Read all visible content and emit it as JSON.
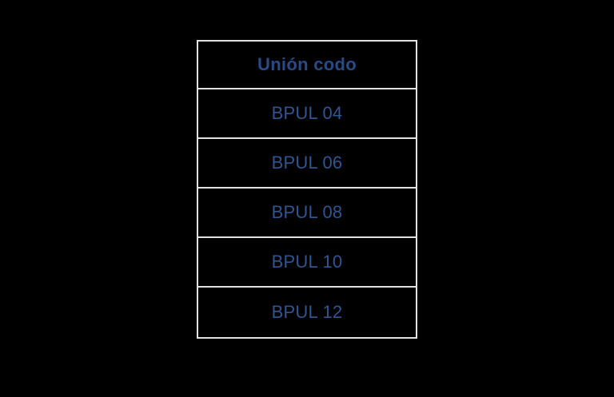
{
  "table": {
    "header": {
      "label": "Unión codo"
    },
    "rows": [
      {
        "label": "BPUL 04"
      },
      {
        "label": "BPUL 06"
      },
      {
        "label": "BPUL 08"
      },
      {
        "label": "BPUL 10"
      },
      {
        "label": "BPUL 12"
      }
    ]
  },
  "colors": {
    "background": "#000000",
    "border": "#e2e2e2",
    "header_text": "#2a4a85",
    "row_text": "#315590"
  }
}
